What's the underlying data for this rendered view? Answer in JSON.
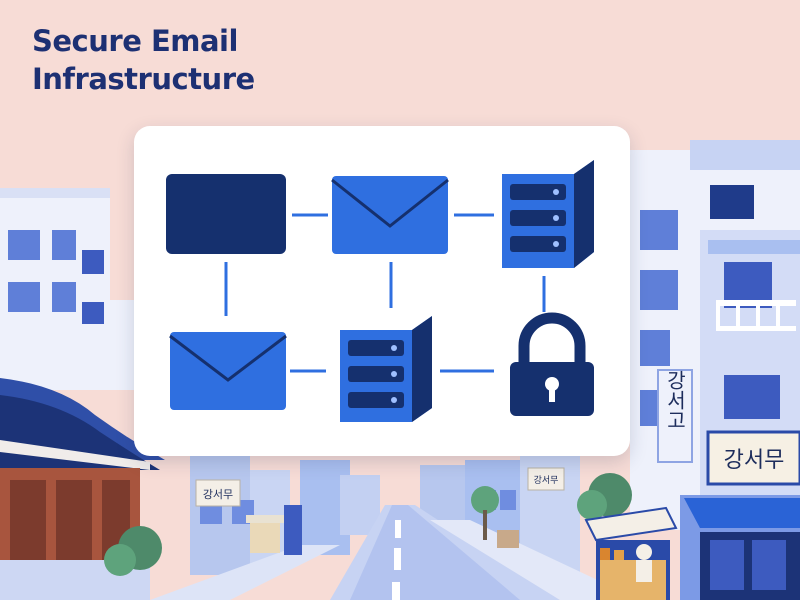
{
  "page": {
    "title_line1": "Secure Email",
    "title_line2": "Infrastructure"
  },
  "colors": {
    "background": "#f7dcd6",
    "title": "#1d3073",
    "navy": "#15306e",
    "blue": "#2f6fe0",
    "card": "#ffffff",
    "sky_buildings": "#a9bff0"
  },
  "diagram": {
    "nodes": [
      {
        "name": "dark-panel-node",
        "icon": "dark-rectangle"
      },
      {
        "name": "envelope-node-top",
        "icon": "envelope-icon"
      },
      {
        "name": "server-node-top",
        "icon": "server-icon"
      },
      {
        "name": "envelope-node-bottom",
        "icon": "envelope-icon"
      },
      {
        "name": "server-node-bottom",
        "icon": "server-icon"
      },
      {
        "name": "lock-node",
        "icon": "padlock-icon"
      }
    ]
  },
  "signs": {
    "left_street_sign": "강서무",
    "mid_street_sign": "강서무",
    "vertical_sign": "강서고",
    "right_shop_sign": "강서무"
  }
}
